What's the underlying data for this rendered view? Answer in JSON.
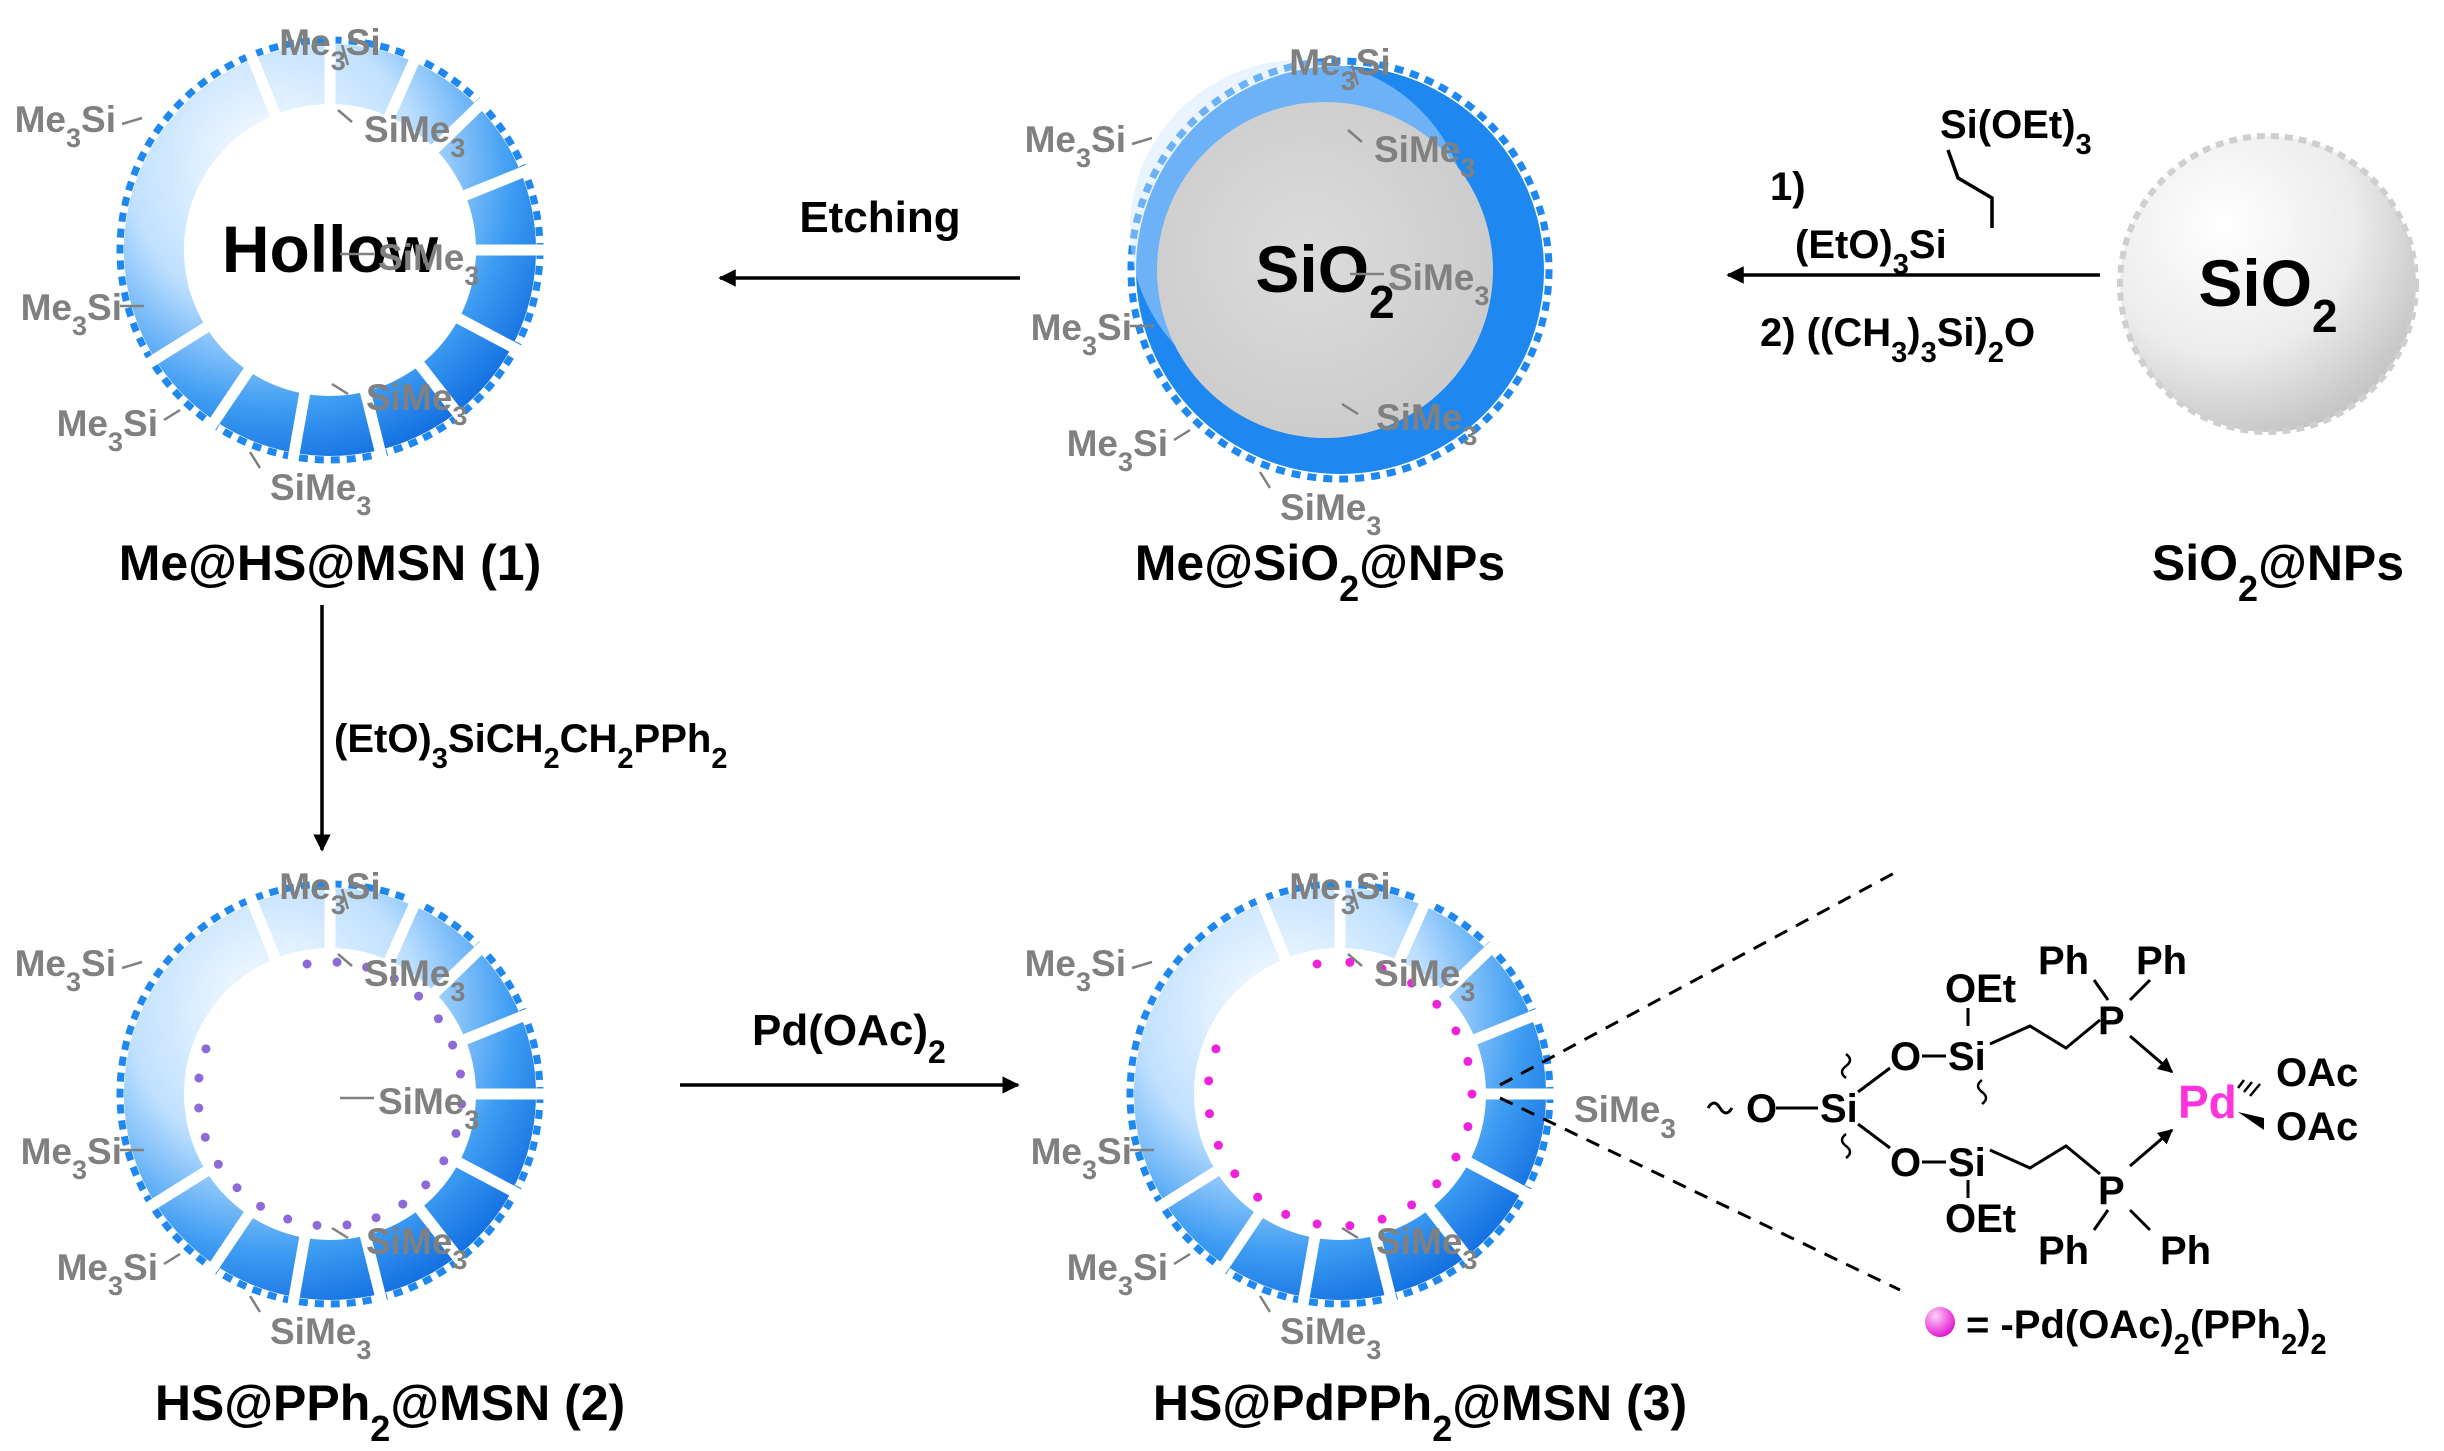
{
  "colors": {
    "shell_blue": "#1e88f0",
    "shell_light": "#dff0ff",
    "core_gray": "#d0d0d0",
    "label_gray": "#808080",
    "dot_purple": "#8d6ad8",
    "dot_magenta": "#ee22dd",
    "pd_magenta": "#ff33dd"
  },
  "particles": {
    "hollow": {
      "label_main": "Me@HS@MSN (1)",
      "center": "Hollow"
    },
    "coated": {
      "label_pre": "Me@SiO",
      "label_sub": "2",
      "label_post": "@NPs",
      "center_main": "SiO",
      "center_sub": "2"
    },
    "bare": {
      "label_pre": "SiO",
      "label_sub": "2",
      "label_post": "@NPs",
      "center_main": "SiO",
      "center_sub": "2"
    },
    "ph2": {
      "label_pre": "HS@PPh",
      "label_sub": "2",
      "label_post": "@MSN (2)"
    },
    "pd": {
      "label_pre": "HS@PdPPh",
      "label_sub": "2",
      "label_post": "@MSN (3)"
    }
  },
  "groups": {
    "mesi_a": "Me",
    "mesi_sub": "3",
    "mesi_b": "Si",
    "sime_a": "SiMe",
    "sime_sub": "3"
  },
  "reagents": {
    "etching": "Etching",
    "step1_num": "1)",
    "step1_top_a": "Si(OEt)",
    "step1_top_sub": "3",
    "step1_bottom_a": "(EtO)",
    "step1_bottom_sub": "3",
    "step1_bottom_b": "Si",
    "step2_a": "2) ((CH",
    "step2_sub1": "3",
    "step2_b": ")",
    "step2_sub2": "3",
    "step2_c": "Si)",
    "step2_sub3": "2",
    "step2_d": "O",
    "phos_a": "(EtO)",
    "phos_sub1": "3",
    "phos_b": "SiCH",
    "phos_sub2": "2",
    "phos_c": "CH",
    "phos_sub3": "2",
    "phos_d": "PPh",
    "phos_sub4": "2",
    "pd_a": "Pd(OAc)",
    "pd_sub": "2"
  },
  "structure": {
    "oet": "OEt",
    "ph": "Ph",
    "o": "O",
    "si": "Si",
    "p": "P",
    "pd": "Pd",
    "oac": "OAc",
    "sime_a": "SiMe",
    "sime_sub": "3"
  },
  "legend": {
    "eq_a": "= -Pd(OAc)",
    "eq_sub1": "2",
    "eq_b": "(PPh",
    "eq_sub2": "2",
    "eq_c": ")",
    "eq_sub3": "2"
  }
}
